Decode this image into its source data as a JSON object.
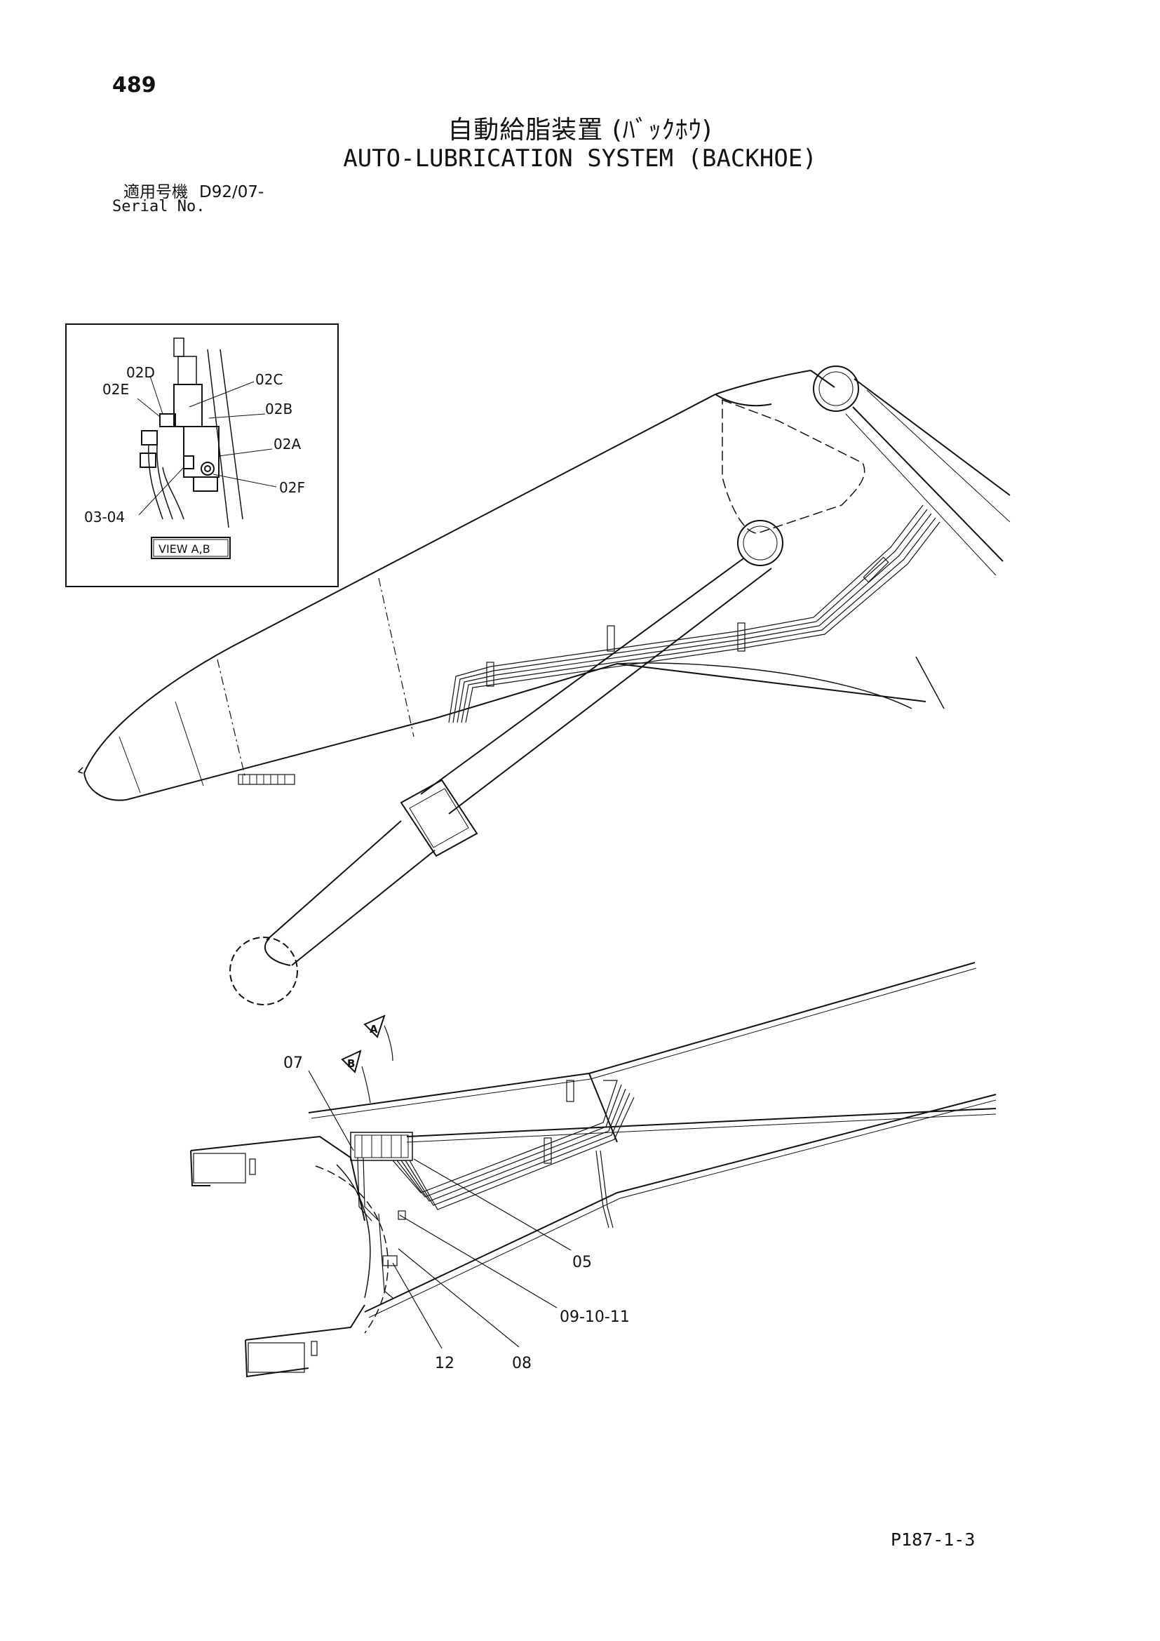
{
  "page": {
    "number": "489",
    "title_jp": "自動給脂装置 (ﾊﾞｯｸﾎｳ)",
    "title_en": "AUTO-LUBRICATION SYSTEM (BACKHOE)",
    "serial_label_jp": "適用号機",
    "serial_code": "D92/07-",
    "serial_label_en": "Serial No.",
    "sheet_code": "P187-1-3"
  },
  "inset": {
    "caption": "VIEW A,B",
    "callouts": [
      "02D",
      "02E",
      "02C",
      "02B",
      "02A",
      "02F",
      "03-04"
    ]
  },
  "view_markers": [
    "A",
    "B"
  ],
  "callouts": [
    "07",
    "05",
    "09-10-11",
    "12",
    "08"
  ],
  "colors": {
    "line": "#111111",
    "background": "#ffffff"
  }
}
